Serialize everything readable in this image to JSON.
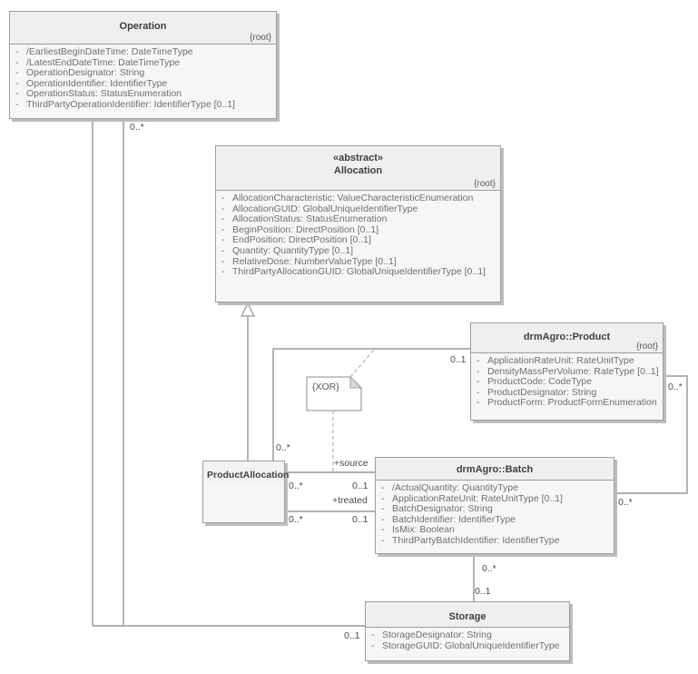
{
  "diagram": {
    "type": "uml-class-diagram",
    "visibility_marker": "-",
    "colors": {
      "background": "#ffffff",
      "box_fill": "#f6f6f6",
      "box_header_fill": "#efefef",
      "box_border": "#9d9d9d",
      "box_shadow": "#bdbdbd",
      "connector": "#a6a6a6",
      "title_text": "#3f3f3f",
      "attribute_text": "#6f6f6f",
      "label_text": "#4a4a4a"
    }
  },
  "classes": {
    "operation": {
      "name": "Operation",
      "tag": "{root}",
      "attributes": [
        "/EarliestBeginDateTime: DateTimeType",
        "/LatestEndDateTime: DateTimeType",
        "OperationDesignator: String",
        "OperationIdentifier: IdentifierType",
        "OperationStatus: StatusEnumeration",
        "ThirdPartyOperationIdentifier: IdentifierType [0..1]"
      ]
    },
    "allocation": {
      "stereotype": "«astract»",
      "stereotype_text": "«abstract»",
      "name": "Allocation",
      "tag": "{root}",
      "attributes": [
        "AllocationCharacteristic: ValueCharacteristicEnumeration",
        "AllocationGUID: GlobalUniqueIdentifierType",
        "AllocationStatus: StatusEnumeration",
        "BeginPosition: DirectPosition [0..1]",
        "EndPosition: DirectPosition [0..1]",
        "Quantity: QuantityType [0..1]",
        "RelativeDose: NumberValueType [0..1]",
        "ThirdPartyAllocationGUID: GlobalUniqueIdentifierType [0..1]"
      ]
    },
    "product": {
      "name": "drmAgro::Product",
      "tag": "{root}",
      "attributes": [
        "ApplicationRateUnit: RateUnitType",
        "DensityMassPerVolume: RateType [0..1]",
        "ProductCode: CodeType",
        "ProductDesignator: String",
        "ProductForm: ProductFormEnumeration"
      ]
    },
    "batch": {
      "name": "drmAgro::Batch",
      "attributes": [
        "/ActualQuantity: QuantityType",
        "ApplicationRateUnit: RateUnitType [0..1]",
        "BatchDesignator: String",
        "BatchIdentifier: IdentifierType",
        "IsMix: Boolean",
        "ThirdPartyBatchIdentifier: IdentifierType"
      ]
    },
    "product_allocation": {
      "name": "ProductAllocation"
    },
    "storage": {
      "name": "Storage",
      "attributes": [
        "StorageDesignator: String",
        "StorageGUID: GlobalUniqueIdentifierType"
      ]
    }
  },
  "note": {
    "text": "{XOR}"
  },
  "labels": {
    "operation_assoc_source_mult": "0..*",
    "operation_assoc_target_mult": "0..1",
    "pa_product_pa_mult": "0..*",
    "pa_product_product_mult": "0..1",
    "source_role": "+source",
    "source_pa_mult": "0..*",
    "source_batch_mult": "0..1",
    "treated_role": "+treated",
    "treated_pa_mult": "0..*",
    "treated_batch_mult": "0..1",
    "product_batch_product_mult": "0..*",
    "product_batch_batch_mult": "0..*",
    "batch_storage_batch_mult": "0..*",
    "batch_storage_storage_mult": "0..1"
  }
}
